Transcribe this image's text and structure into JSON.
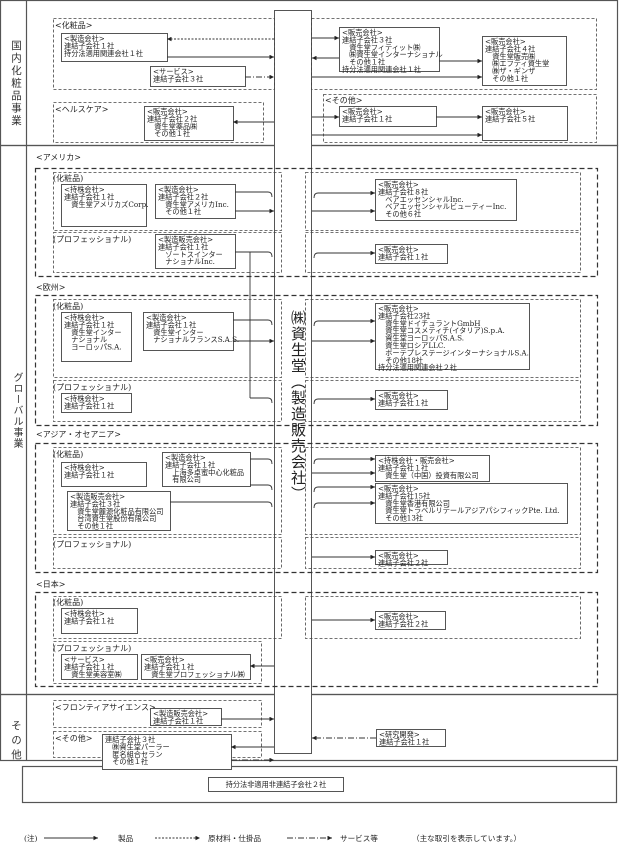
{
  "segments": {
    "domestic": "国内化粧品事業",
    "global": "グローバル事業",
    "other": "その他"
  },
  "center_company": "㈱資生堂（製造販売会社）",
  "domestic": {
    "cosmetics": {
      "label": "<化粧品>",
      "manufacturing": [
        "<製造会社>",
        "連結子会社１社",
        "持分法適用関連会社１社"
      ],
      "service": [
        "<サービス>",
        "連結子会社３社"
      ],
      "sales1": [
        "<販売会社>",
        "連結子会社３社",
        "　資生堂フィティット㈱",
        "　㈱資生堂インターナショナル",
        "　その他１社",
        "持分法適用関連会社１社"
      ],
      "sales2": [
        "<販売会社>",
        "連結子会社４社",
        "　資生堂販売㈱",
        "　㈱エフティ資生堂",
        "　㈱ザ・ギンザ",
        "　その他１社"
      ]
    },
    "healthcare": {
      "label": "<ヘルスケア>",
      "sales": [
        "<販売会社>",
        "連結子会社２社",
        "　資生堂薬品㈱",
        "　その他１社"
      ]
    },
    "others": {
      "label": "<その他>",
      "sales1": [
        "<販売会社>",
        "連結子会社１社"
      ],
      "sales2": [
        "<販売会社>",
        "連結子会社５社"
      ]
    }
  },
  "americas": {
    "label": "<アメリカ>",
    "cosmetics_label": "(化粧品)",
    "holding": [
      "<持株会社>",
      "連結子会社１社",
      "　資生堂アメリカズCorp."
    ],
    "manufacturing": [
      "<製造会社>",
      "連結子会社２社",
      "　資生堂アメリカInc.",
      "　その他１社"
    ],
    "sales": [
      "<販売会社>",
      "連結子会社８社",
      "　ベアエッセンシャルInc.",
      "　ベアエッセンシャルビューティーInc.",
      "　その他６社"
    ],
    "professional_label": "(プロフェッショナル)",
    "pro_mfg_sales": [
      "<製造販売会社>",
      "連結子会社１社",
      "　ゾートスインター",
      "　ナショナルInc."
    ],
    "pro_sales": [
      "<販売会社>",
      "連結子会社１社"
    ]
  },
  "europe": {
    "label": "<欧州>",
    "cosmetics_label": "(化粧品)",
    "holding": [
      "<持株会社>",
      "連結子会社１社",
      "　資生堂インター",
      "　ナショナル",
      "　ヨーロッパS.A."
    ],
    "manufacturing": [
      "<製造会社>",
      "連結子会社１社",
      "　資生堂インター",
      "　ナショナルフランスS.A.S."
    ],
    "sales": [
      "<販売会社>",
      "連結子会社23社",
      "　資生堂ドイチュラントGmbH",
      "　資生堂コスメティチ(イタリア)S.p.A.",
      "　資生堂ヨーロッパS.A.S.",
      "　資生堂ロシアLLC.",
      "　ボーテプレステージインターナショナルS.A.",
      "　その他18社",
      "持分法適用関連会社２社"
    ],
    "professional_label": "(プロフェッショナル)",
    "pro_holding": [
      "<持株会社>",
      "連結子会社１社"
    ],
    "pro_sales": [
      "<販売会社>",
      "連結子会社１社"
    ]
  },
  "asia": {
    "label": "<アジア・オセアニア>",
    "cosmetics_label": "(化粧品)",
    "holding": [
      "<持株会社>",
      "連結子会社１社"
    ],
    "manufacturing": [
      "<製造会社>",
      "連結子会社１社",
      "　上海多卓蜜中心化粧品",
      "　有限公司"
    ],
    "mfg_sales": [
      "<製造販売会社>",
      "連結子会社３社",
      "　資生堂麗源化粧品有限公司",
      "　台湾資生堂股份有限公司",
      "　その他１社"
    ],
    "holding_sales": [
      "<持株会社・販売会社>",
      "連結子会社１社",
      "　資生堂（中国）投資有限公司"
    ],
    "sales": [
      "<販売会社>",
      "連結子会社15社",
      "　資生堂香港有限公司",
      "　資生堂トラベルリテールアジアパシフィックPte. Ltd.",
      "　その他13社"
    ],
    "professional_label": "(プロフェッショナル)",
    "pro_sales": [
      "<販売会社>",
      "連結子会社２社"
    ]
  },
  "japan": {
    "label": "<日本>",
    "cosmetics_label": "(化粧品)",
    "holding": [
      "<持株会社>",
      "連結子会社１社"
    ],
    "sales": [
      "<販売会社>",
      "連結子会社２社"
    ],
    "professional_label": "(プロフェッショナル)",
    "service": [
      "<サービス>",
      "連結子会社１社",
      "　資生堂美容室㈱"
    ],
    "pro_sales": [
      "<販売会社>",
      "連結子会社１社",
      "　資生堂プロフェッショナル㈱"
    ]
  },
  "other": {
    "frontier_label": "<フロンティアサイエンス>",
    "frontier_mfg_sales": [
      "<製造販売会社>",
      "連結子会社１社"
    ],
    "others_label": "<その他>",
    "others": [
      "連結子会社３社",
      "　㈱資生堂パーラー",
      "　匿名組合セラン",
      "　その他１社"
    ],
    "research": [
      "<研究開発>",
      "連結子会社１社"
    ]
  },
  "non_consolidated": "持分法非適用非連結子会社２社",
  "legend": {
    "note": "(注)",
    "product": "製品",
    "materials": "原材料・仕掛品",
    "services": "サービス等",
    "remark": "（主な取引を表示しています。）"
  }
}
